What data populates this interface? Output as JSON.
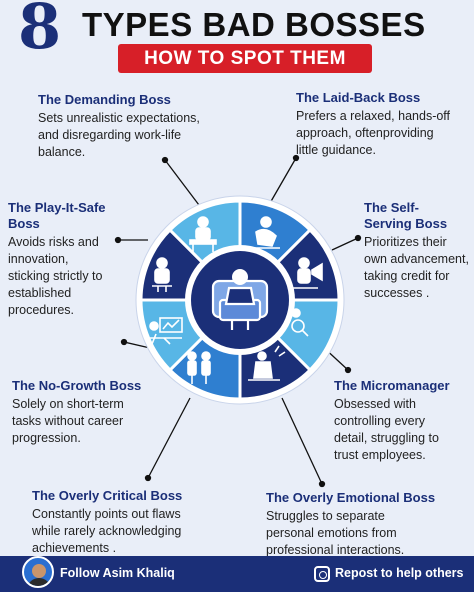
{
  "header": {
    "number": "8",
    "title": "TYPES BAD BOSSES",
    "subtitle": "HOW TO SPOT THEM"
  },
  "bosses": [
    {
      "title": "The Demanding Boss",
      "lines": [
        "Sets unrealistic expectations,",
        "and disregarding work-life",
        "balance."
      ]
    },
    {
      "title": "The Laid-Back Boss",
      "lines": [
        "Prefers a relaxed, hands-off",
        "approach, oftenproviding",
        "little guidance."
      ]
    },
    {
      "title_lines": [
        "The Play-It-Safe",
        "Boss"
      ],
      "lines": [
        "Avoids risks and",
        "innovation,",
        "sticking strictly to",
        "established",
        "procedures."
      ]
    },
    {
      "title_lines": [
        "The Self-",
        "Serving Boss"
      ],
      "lines": [
        "Prioritizes their",
        "own advancement,",
        "taking credit for",
        "successes ."
      ]
    },
    {
      "title": "The No-Growth Boss",
      "lines": [
        "Solely on short-term",
        "tasks without career",
        "progression."
      ]
    },
    {
      "title": "The Micromanager",
      "lines": [
        "Obsessed with",
        "controlling every",
        "detail, struggling to",
        "trust employees."
      ]
    },
    {
      "title": "The Overly Critical Boss",
      "lines": [
        "Constantly points out flaws",
        "while rarely acknowledging",
        "achievements ."
      ]
    },
    {
      "title": "The Overly Emotional Boss",
      "lines": [
        "Struggles to separate",
        "personal emotions from",
        "professional interactions."
      ]
    }
  ],
  "colors": {
    "navy": "#1b2f78",
    "mid_blue": "#2f7fd0",
    "light_blue": "#58b6e6",
    "red": "#d71f28",
    "background": "#e9eef8"
  },
  "icons": [
    "boss-at-desk-icon",
    "relaxed-boss-icon",
    "scolding-boss-icon",
    "megaphone-boss-icon",
    "presentation-icon",
    "blocked-growth-icon",
    "angry-boss-icon",
    "emotional-boss-icon",
    "businessman-chair-icon"
  ],
  "footer": {
    "follow": "Follow Asim Khaliq",
    "repost": "Repost to help others"
  }
}
